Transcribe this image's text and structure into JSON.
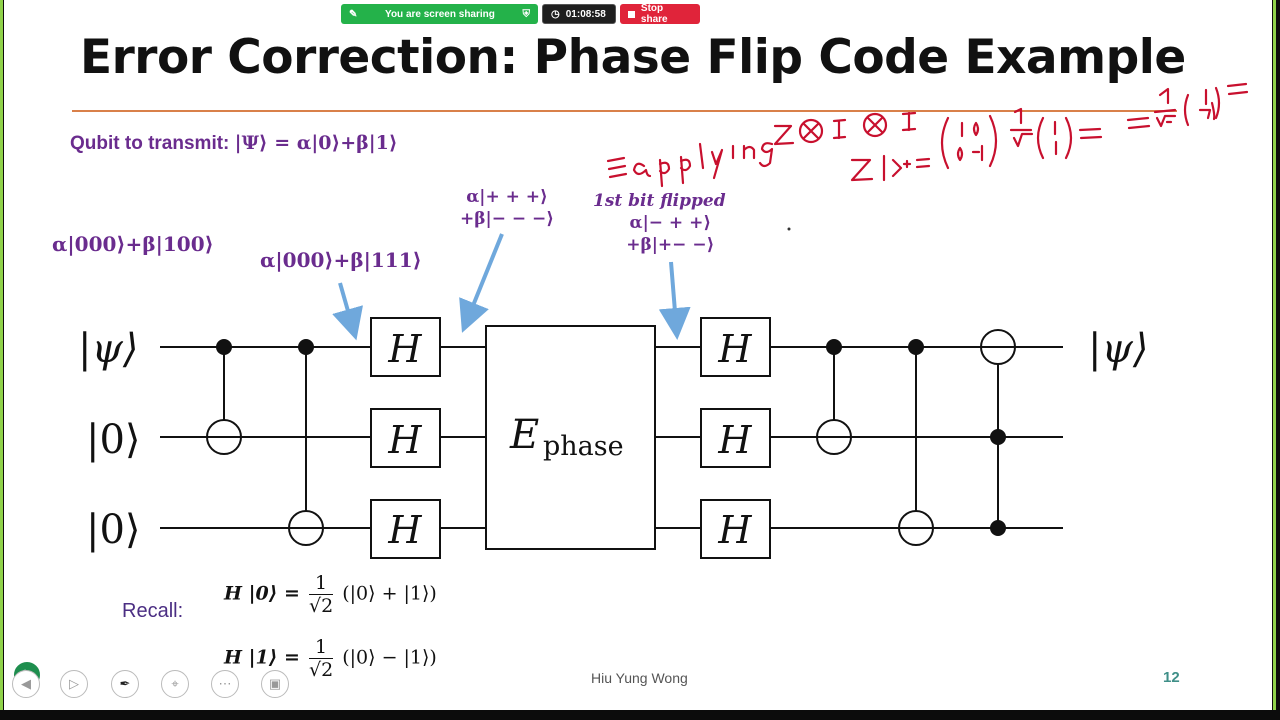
{
  "title": "Error Correction: Phase Flip Code Example",
  "transmit": {
    "label": "Qubit to transmit:",
    "state": "|Ψ⟩ = α|0⟩+β|1⟩"
  },
  "states": {
    "left": "α|000⟩+β|100⟩",
    "mid": "α|000⟩+β|111⟩",
    "plus_line1": "α|+ + +⟩",
    "plus_line2": "+β|− − −⟩",
    "flip_note": "1st bit flipped",
    "flip_line1": "α|− + +⟩",
    "flip_line2": "+β|+− −⟩"
  },
  "circuit": {
    "inputs": [
      "|ψ⟩",
      "|0⟩",
      "|0⟩"
    ],
    "output": "|ψ⟩",
    "gate_label": "H",
    "error_gate": "E",
    "error_sub": "phase"
  },
  "recall": {
    "label": "Recall:",
    "eq1_left": "H |0⟩ =",
    "eq1_right": "(|0⟩ + |1⟩)",
    "eq2_left": "H |1⟩ =",
    "eq2_right": "(|0⟩ − |1⟩)",
    "frac_num": "1",
    "frac_den": "√2"
  },
  "footer": {
    "author": "Hiu Yung Wong",
    "page": "12"
  },
  "share_bar": {
    "status": "You are screen sharing",
    "timer": "01:08:58",
    "stop": "Stop share"
  },
  "colors": {
    "purple": "#6a2c8e",
    "arrow": "#6fa8dc",
    "ink": "#c8102e",
    "rule": "#d9804a",
    "share_green": "#24b24a",
    "stop_red": "#e0243a"
  },
  "icons": [
    "pen-icon",
    "back-icon",
    "play-icon",
    "pen-tool-icon",
    "pointer-icon",
    "more-icon",
    "screen-icon",
    "shield-check-icon",
    "clock-icon"
  ]
}
